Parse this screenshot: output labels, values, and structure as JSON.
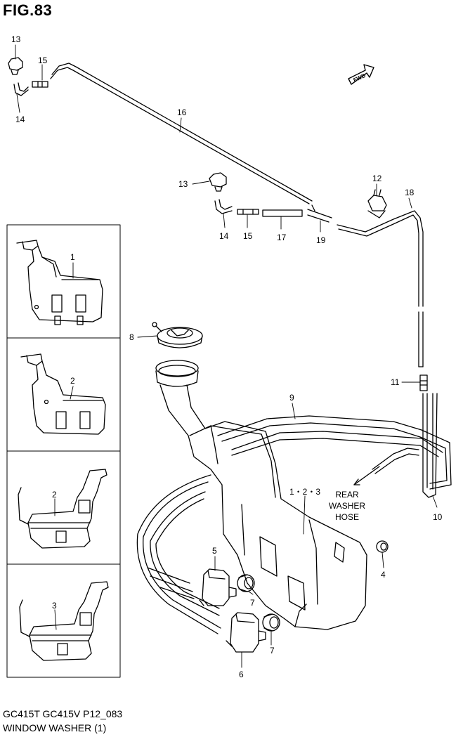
{
  "figure": {
    "title": "FIG.83"
  },
  "footer": {
    "models": "GC415T GC415V P12_083",
    "caption": "WINDOW WASHER (1)"
  },
  "fwd_label": "FWD",
  "rear_hose_note": [
    "REAR",
    "WASHER",
    "HOSE"
  ],
  "callouts": {
    "c13a": "13",
    "c15a": "15",
    "c14a": "14",
    "c16": "16",
    "c13b": "13",
    "c14b": "14",
    "c15b": "15",
    "c17": "17",
    "c19": "19",
    "c12": "12",
    "c18": "18",
    "c11": "11",
    "c9": "9",
    "c10": "10",
    "c8": "8",
    "c123": "1・2・3",
    "c4": "4",
    "c5": "5",
    "c6": "6",
    "c7a": "7",
    "c7b": "7",
    "v1": "1",
    "v2": "2",
    "v2b": "2",
    "v3": "3"
  }
}
